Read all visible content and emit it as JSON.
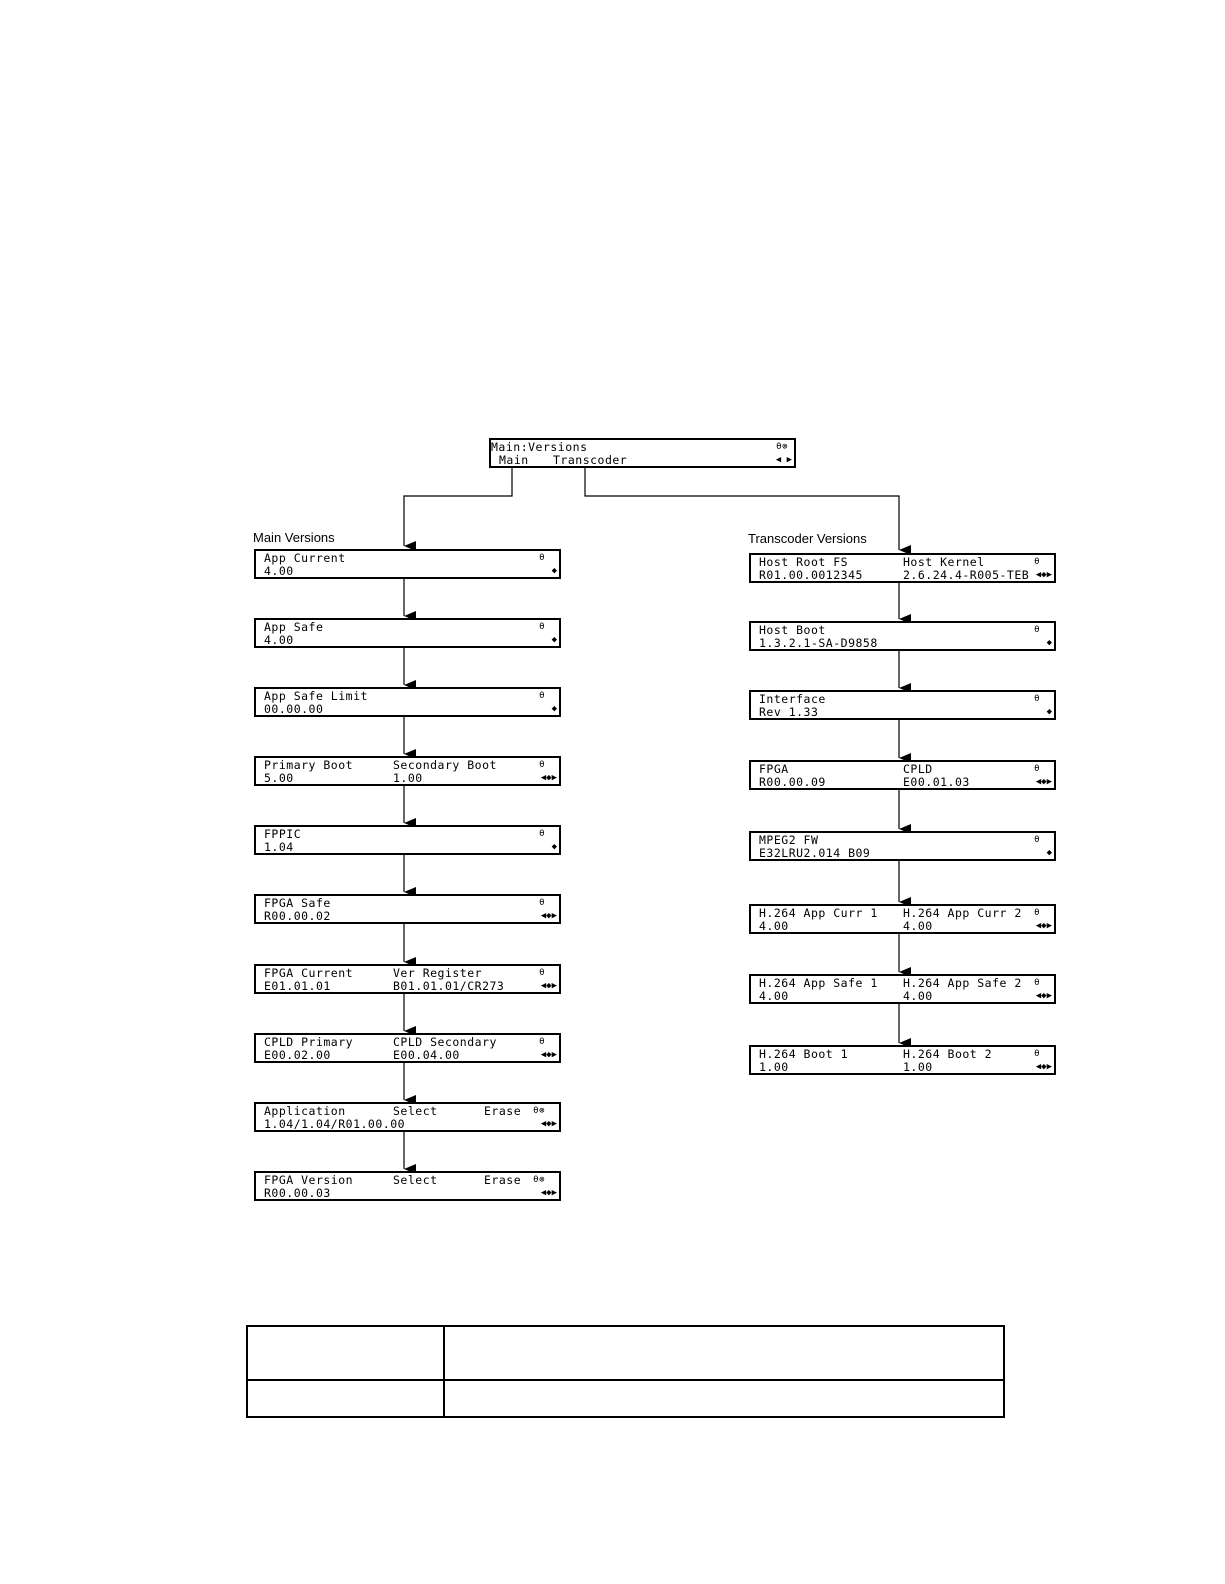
{
  "top_screen": {
    "title": "Main:Versions",
    "indicator": "θ⊗",
    "options": [
      "Main",
      "Transcoder"
    ],
    "nav": "◀ ▶"
  },
  "main_versions": {
    "label": "Main Versions",
    "screens": [
      {
        "r1": [
          "App Current"
        ],
        "r2": [
          "4.00"
        ],
        "ind": "θ",
        "nav": "◆"
      },
      {
        "r1": [
          "App Safe"
        ],
        "r2": [
          "4.00"
        ],
        "ind": "θ",
        "nav": "◆"
      },
      {
        "r1": [
          "App Safe Limit"
        ],
        "r2": [
          "00.00.00"
        ],
        "ind": "θ",
        "nav": "◆"
      },
      {
        "r1": [
          "Primary Boot",
          "Secondary Boot"
        ],
        "r2": [
          "5.00",
          "1.00"
        ],
        "ind": "θ",
        "nav": "◀◆▶"
      },
      {
        "r1": [
          "FPPIC"
        ],
        "r2": [
          "1.04"
        ],
        "ind": "θ",
        "nav": "◆"
      },
      {
        "r1": [
          "FPGA Safe"
        ],
        "r2": [
          "R00.00.02"
        ],
        "ind": "θ",
        "nav": "◀◆▶"
      },
      {
        "r1": [
          "FPGA Current",
          "Ver Register"
        ],
        "r2": [
          "E01.01.01",
          "B01.01.01/CR273"
        ],
        "ind": "θ",
        "nav": "◀◆▶"
      },
      {
        "r1": [
          "CPLD Primary",
          "CPLD Secondary"
        ],
        "r2": [
          "E00.02.00",
          "E00.04.00"
        ],
        "ind": "θ",
        "nav": "◀◆▶"
      },
      {
        "r1": [
          "Application",
          "Select",
          "Erase"
        ],
        "r2": [
          "1.04/1.04/R01.00.00"
        ],
        "ind": "θ⊗",
        "nav": "◀◆▶"
      },
      {
        "r1": [
          "FPGA Version",
          "Select",
          "Erase"
        ],
        "r2": [
          "R00.00.03"
        ],
        "ind": "θ⊗",
        "nav": "◀◆▶"
      }
    ]
  },
  "transcoder_versions": {
    "label": "Transcoder Versions",
    "screens": [
      {
        "r1": [
          "Host Root FS",
          "Host Kernel"
        ],
        "r2": [
          "R01.00.0012345",
          "2.6.24.4-R005-TEB"
        ],
        "ind": "θ",
        "nav": "◀◆▶"
      },
      {
        "r1": [
          "Host Boot"
        ],
        "r2": [
          "1.3.2.1-SA-D9858"
        ],
        "ind": "θ",
        "nav": "◆"
      },
      {
        "r1": [
          "Interface"
        ],
        "r2": [
          "Rev 1.33"
        ],
        "ind": "θ",
        "nav": "◆"
      },
      {
        "r1": [
          "FPGA",
          "CPLD"
        ],
        "r2": [
          "R00.00.09",
          "E00.01.03"
        ],
        "ind": "θ",
        "nav": "◀◆▶"
      },
      {
        "r1": [
          "MPEG2 FW"
        ],
        "r2": [
          "E32LRU2.014 B09"
        ],
        "ind": "θ",
        "nav": "◆"
      },
      {
        "r1": [
          "H.264 App Curr 1",
          "H.264 App Curr 2"
        ],
        "r2": [
          "4.00",
          "4.00"
        ],
        "ind": "θ",
        "nav": "◀◆▶"
      },
      {
        "r1": [
          "H.264 App Safe 1",
          "H.264 App Safe 2"
        ],
        "r2": [
          "4.00",
          "4.00"
        ],
        "ind": "θ",
        "nav": "◀◆▶"
      },
      {
        "r1": [
          "H.264 Boot 1",
          "H.264 Boot 2"
        ],
        "r2": [
          "1.00",
          "1.00"
        ],
        "ind": "θ",
        "nav": "◀◆▶"
      }
    ]
  }
}
